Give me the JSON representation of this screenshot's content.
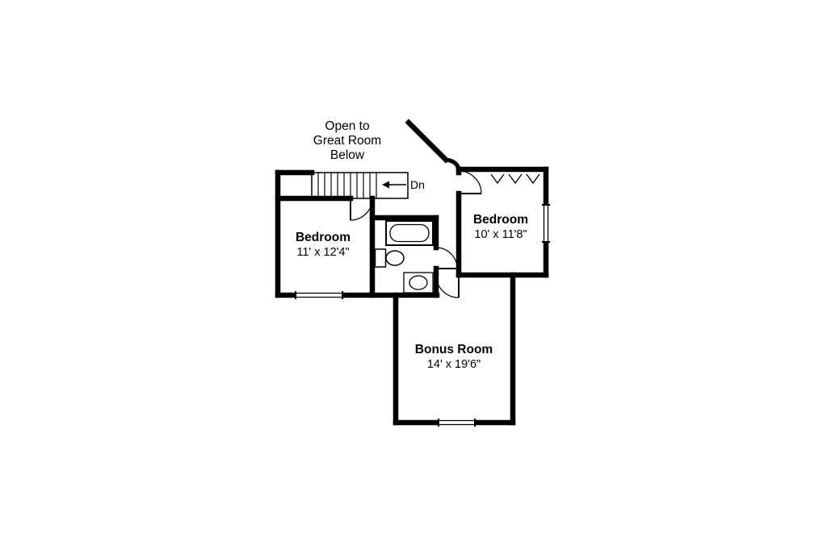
{
  "document": {
    "type": "floor-plan",
    "colors": {
      "ink": "#000000",
      "background": "#ffffff"
    }
  },
  "annotations": {
    "open_to_below": {
      "line1": "Open to",
      "line2": "Great Room",
      "line3": "Below"
    },
    "stair_direction_label": "Dn"
  },
  "rooms": [
    {
      "name": "Bedroom",
      "dimensions": "11' x 12'4\""
    },
    {
      "name": "Bedroom",
      "dimensions": "10' x 11'8\""
    },
    {
      "name": "Bonus Room",
      "dimensions": "14' x 19'6\""
    }
  ]
}
